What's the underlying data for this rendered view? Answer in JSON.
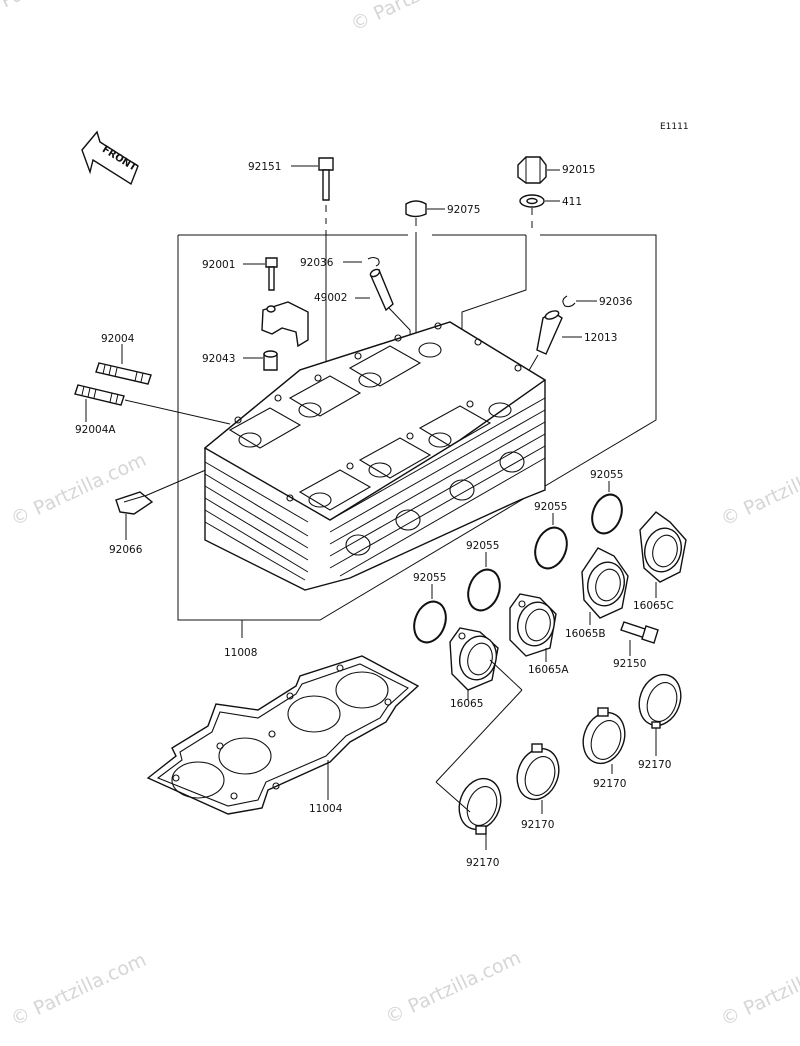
{
  "diagram": {
    "code": "E1111",
    "front_label": "FRONT",
    "watermark": "© Partzilla.com",
    "parts": [
      {
        "id": "p-92151",
        "label": "92151"
      },
      {
        "id": "p-92015",
        "label": "92015"
      },
      {
        "id": "p-92075",
        "label": "92075"
      },
      {
        "id": "p-411",
        "label": "411"
      },
      {
        "id": "p-92001",
        "label": "92001"
      },
      {
        "id": "p-92036a",
        "label": "92036"
      },
      {
        "id": "p-92036b",
        "label": "92036"
      },
      {
        "id": "p-49002",
        "label": "49002"
      },
      {
        "id": "p-12013",
        "label": "12013"
      },
      {
        "id": "p-92004",
        "label": "92004"
      },
      {
        "id": "p-92043",
        "label": "92043"
      },
      {
        "id": "p-92004a",
        "label": "92004A"
      },
      {
        "id": "p-92066",
        "label": "92066"
      },
      {
        "id": "p-92055a",
        "label": "92055"
      },
      {
        "id": "p-92055b",
        "label": "92055"
      },
      {
        "id": "p-92055c",
        "label": "92055"
      },
      {
        "id": "p-92055d",
        "label": "92055"
      },
      {
        "id": "p-16065c",
        "label": "16065C"
      },
      {
        "id": "p-16065b",
        "label": "16065B"
      },
      {
        "id": "p-16065a",
        "label": "16065A"
      },
      {
        "id": "p-16065",
        "label": "16065"
      },
      {
        "id": "p-92150",
        "label": "92150"
      },
      {
        "id": "p-11008",
        "label": "11008"
      },
      {
        "id": "p-11004",
        "label": "11004"
      },
      {
        "id": "p-92170a",
        "label": "92170"
      },
      {
        "id": "p-92170b",
        "label": "92170"
      },
      {
        "id": "p-92170c",
        "label": "92170"
      },
      {
        "id": "p-92170d",
        "label": "92170"
      }
    ]
  }
}
